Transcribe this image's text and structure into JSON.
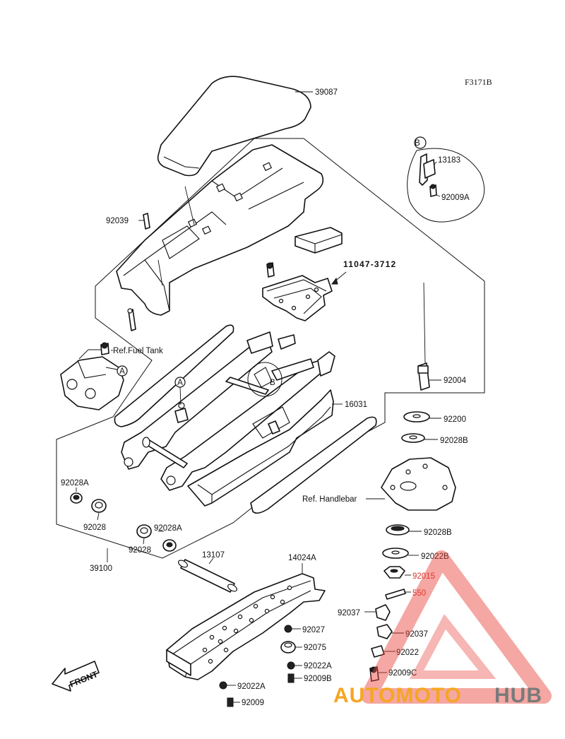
{
  "figure_code": "F3171B",
  "parts": {
    "p39087": "39087",
    "p13183": "13183",
    "p92009A_top": "92009A",
    "p92039": "92039",
    "p11047_3712": "11047-3712",
    "ref_fuel_tank": "Ref.Fuel Tank",
    "p92004": "92004",
    "p16031": "16031",
    "p92200": "92200",
    "p92028B_1": "92028B",
    "ref_handlebar": "Ref. Handlebar",
    "p92028B_2": "92028B",
    "p92022B": "92022B",
    "p92015": "92015",
    "p550": "550",
    "p92037_1": "92037",
    "p92037_2": "92037",
    "p92022": "92022",
    "p92009C": "92009C",
    "p92028A_1": "92028A",
    "p92028_1": "92028",
    "p92028A_2": "92028A",
    "p92028_2": "92028",
    "p39100": "39100",
    "p13107": "13107",
    "p14024A": "14024A",
    "p92027": "92027",
    "p92075": "92075",
    "p92022A_1": "92022A",
    "p92009B": "92009B",
    "p92022A_2": "92022A",
    "p92009": "92009"
  },
  "callouts": {
    "a1": "A",
    "a2": "A",
    "b1": "B",
    "b2": "B"
  },
  "front_arrow": "FRONT",
  "watermark": {
    "text_auto": "AUTOMOTO",
    "text_hub": "HUB",
    "color_red": "#e8413a",
    "color_gray": "#7a7a7a",
    "color_orange": "#f5a623"
  }
}
